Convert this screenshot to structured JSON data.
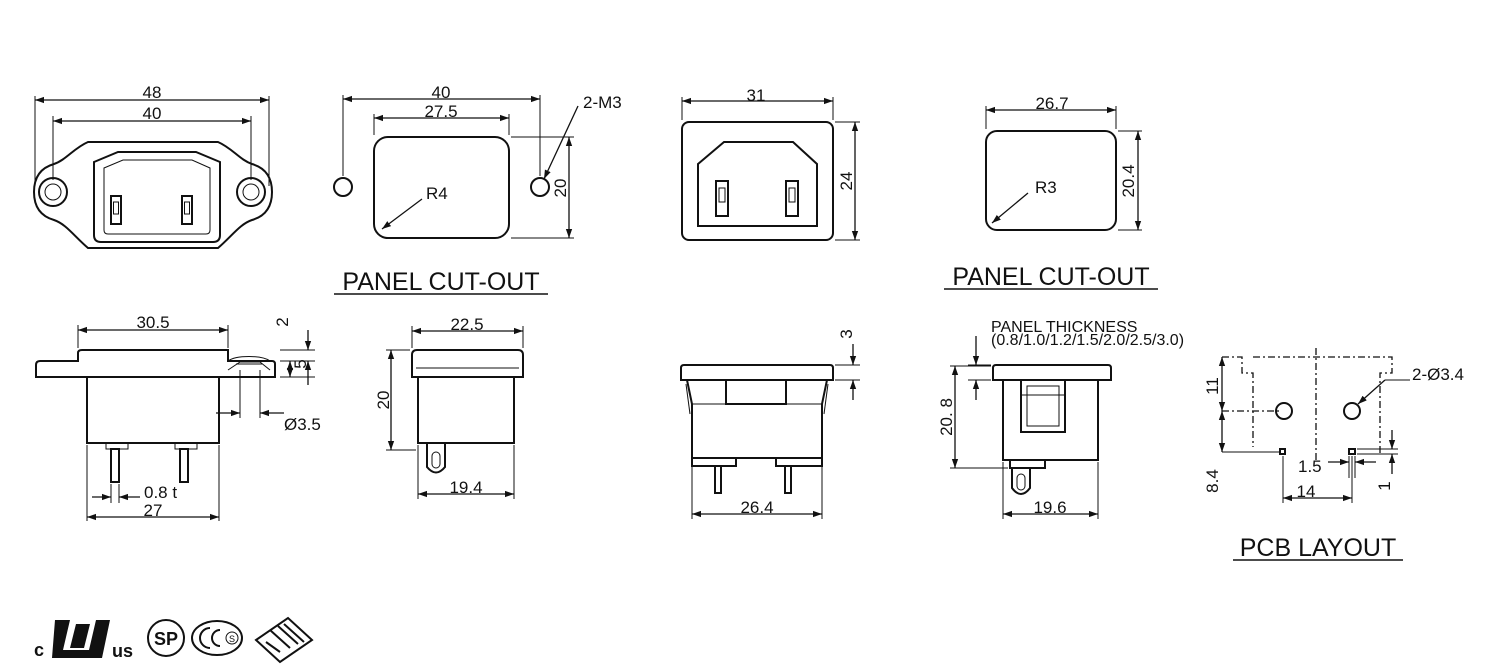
{
  "views": {
    "a_front": {
      "dim_48": "48",
      "dim_40": "40"
    },
    "a_cutout": {
      "dim_40": "40",
      "dim_27_5": "27.5",
      "dim_2m3": "2-M3",
      "dim_r4": "R4",
      "dim_20": "20"
    },
    "b_front": {
      "dim_31": "31",
      "dim_24": "24"
    },
    "b_cutout": {
      "dim_26_7": "26.7",
      "dim_r3": "R3",
      "dim_20_4": "20.4"
    },
    "a_side": {
      "dim_30_5": "30.5",
      "dim_2": "2",
      "dim_5": "5",
      "dim_3_5": "Ø3.5",
      "dim_0_8t": "0.8 t",
      "dim_27": "27"
    },
    "a_end": {
      "dim_22_5": "22.5",
      "dim_20": "20",
      "dim_19_4": "19.4"
    },
    "b_side": {
      "dim_3": "3",
      "dim_26_4": "26.4"
    },
    "b_end": {
      "panel_thickness": "PANEL THICKNESS",
      "panel_values": "(0.8/1.0/1.2/1.5/2.0/2.5/3.0)",
      "dim_20_8": "20. 8",
      "dim_19_6": "19.6"
    },
    "pcb": {
      "dim_11": "11",
      "dim_8_4": "8.4",
      "dim_2_3_4": "2-Ø3.4",
      "dim_1_5": "1.5",
      "dim_14": "14",
      "dim_1": "1"
    }
  },
  "titles": {
    "panel_cutout_a": "PANEL CUT-OUT",
    "panel_cutout_b": "PANEL CUT-OUT",
    "pcb_layout": "PCB LAYOUT"
  },
  "certifications": {
    "ul_c": "c",
    "ul_us": "us",
    "csa": "SP",
    "ccc": "S"
  }
}
